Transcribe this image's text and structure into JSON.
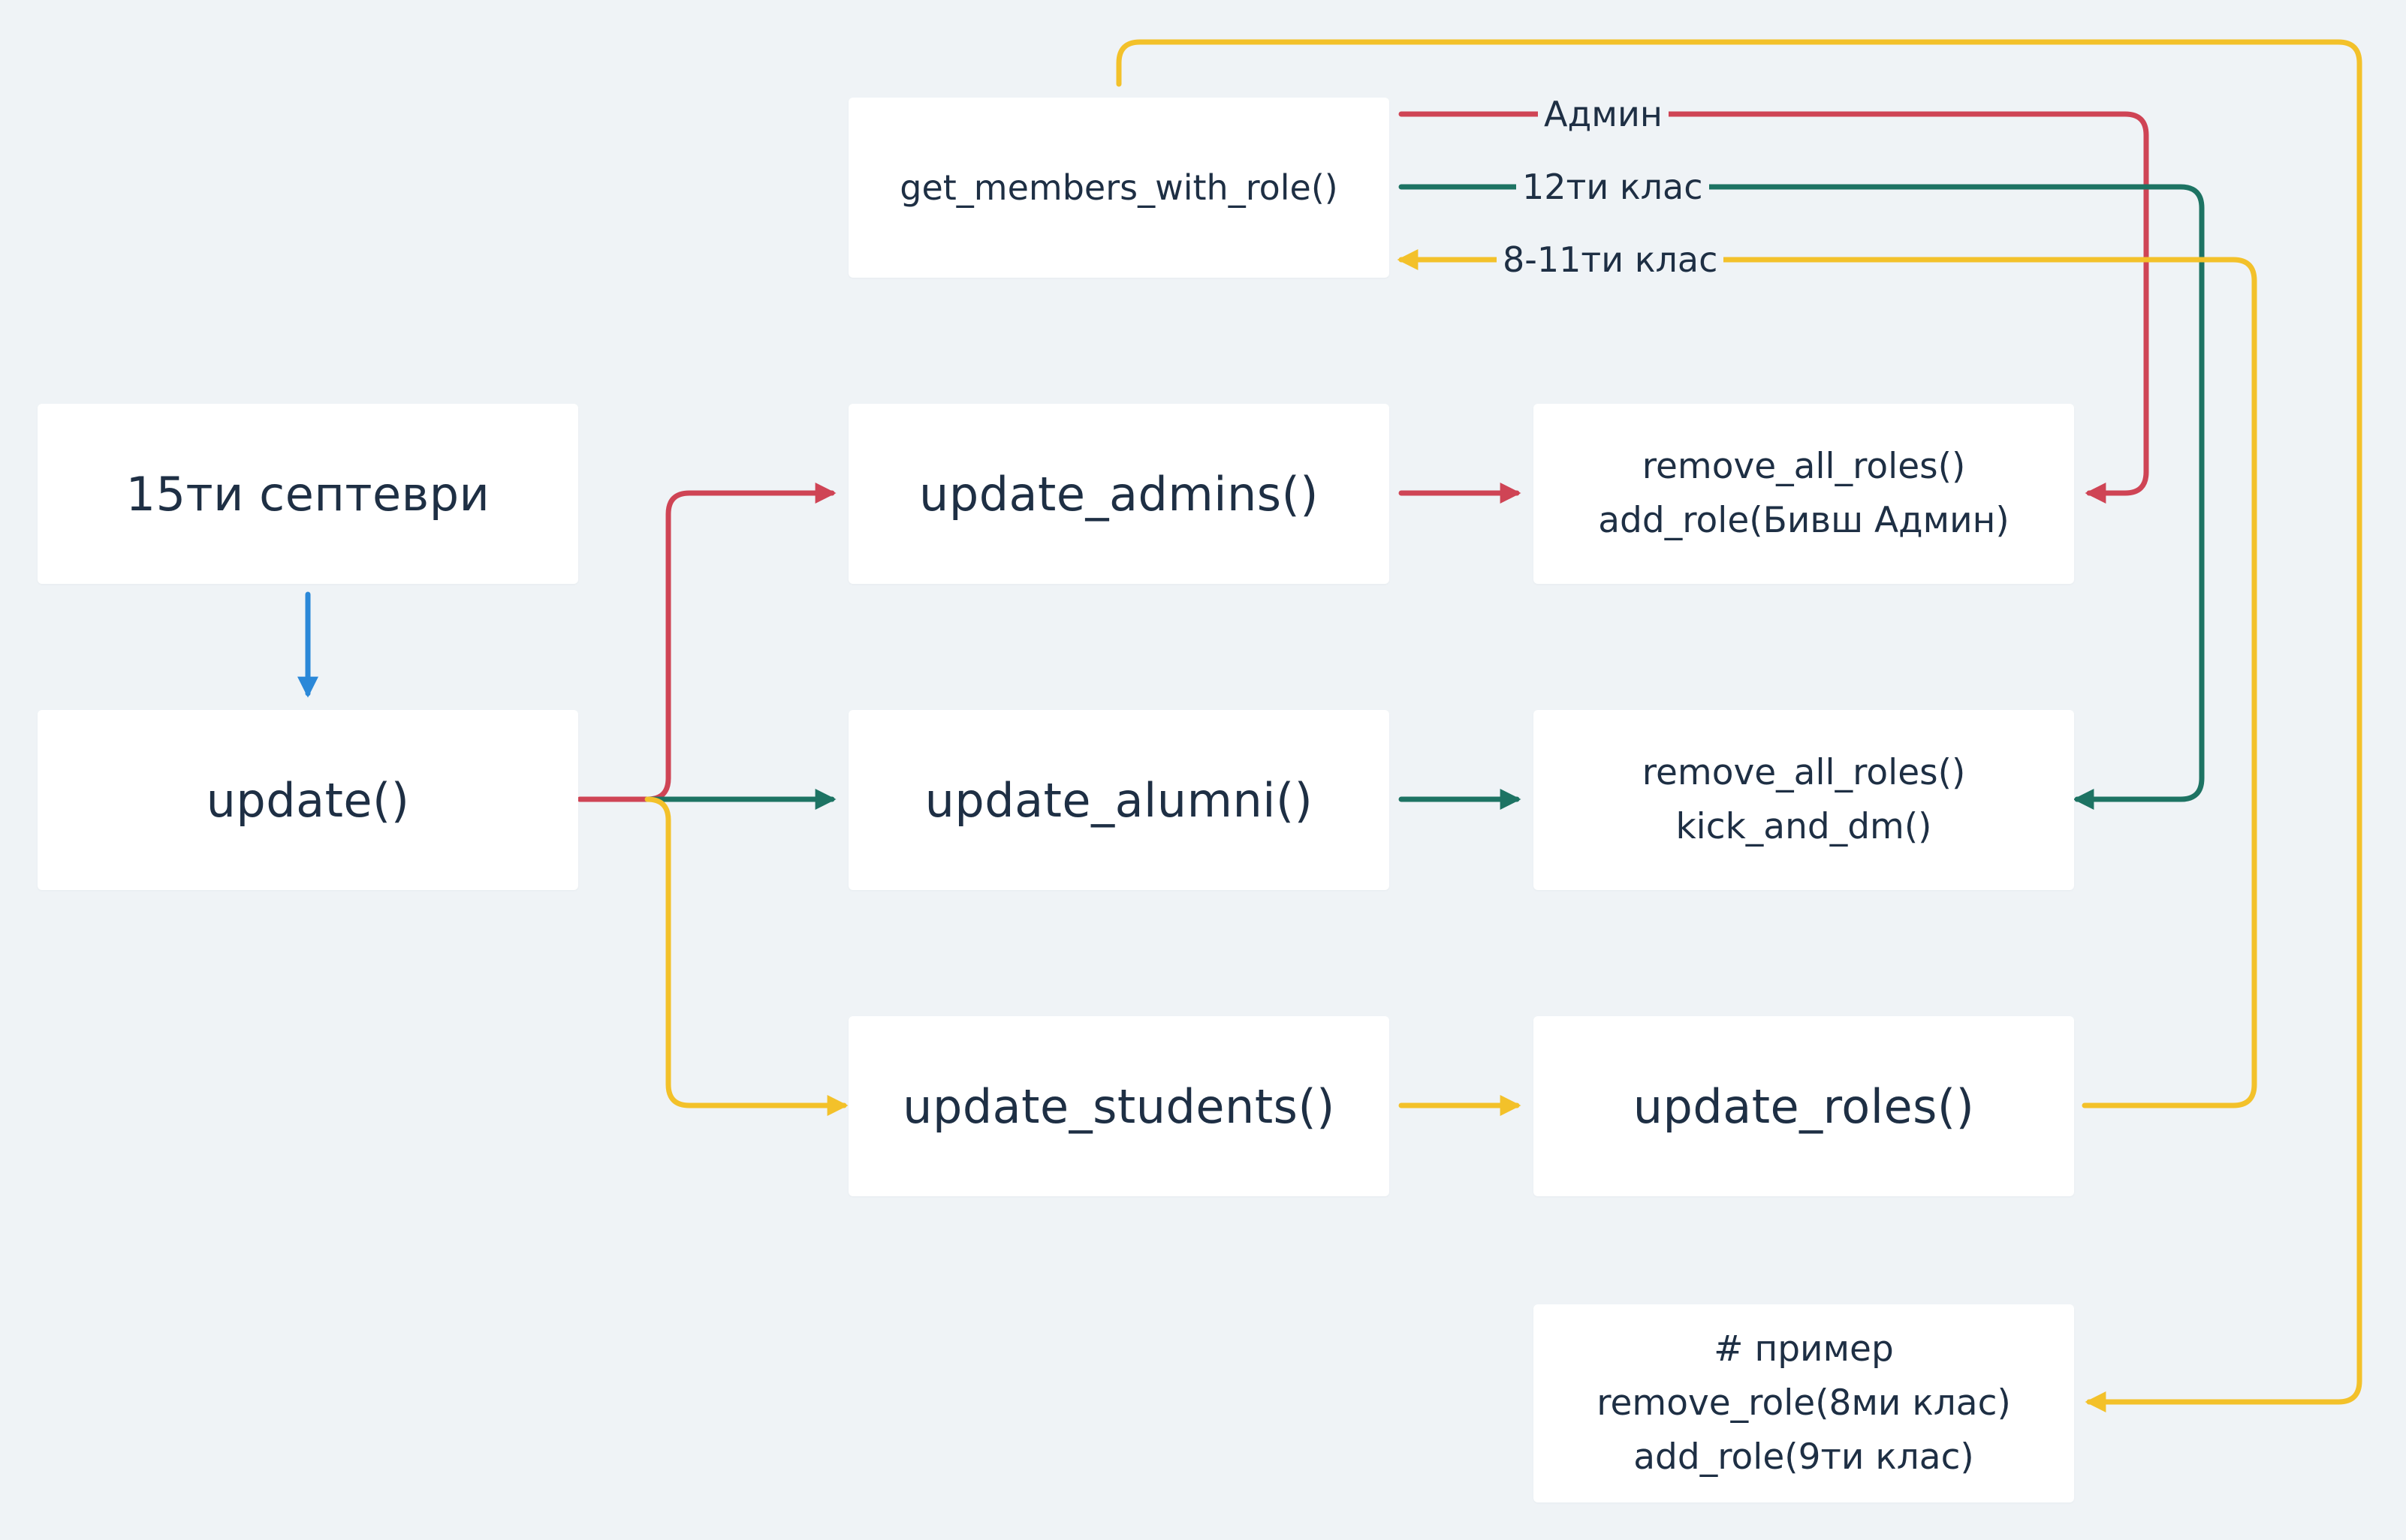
{
  "colors": {
    "background": "#eff3f6",
    "node_fill": "#ffffff",
    "text": "#1e2f44",
    "red": "#cf4455",
    "green": "#1d7363",
    "yellow": "#f3c12a",
    "blue": "#2b88d8"
  },
  "nodes": {
    "get_members": {
      "lines": [
        "get_members_with_role()"
      ]
    },
    "september": {
      "lines": [
        "15ти септеври"
      ]
    },
    "update": {
      "lines": [
        "update()"
      ]
    },
    "update_admins": {
      "lines": [
        "update_admins()"
      ]
    },
    "update_alumni": {
      "lines": [
        "update_alumni()"
      ]
    },
    "update_students": {
      "lines": [
        "update_students()"
      ]
    },
    "admin_actions": {
      "lines": [
        "remove_all_roles()",
        "add_role(Бивш Админ)"
      ]
    },
    "alumni_actions": {
      "lines": [
        "remove_all_roles()",
        "kick_and_dm()"
      ]
    },
    "update_roles": {
      "lines": [
        "update_roles()"
      ]
    },
    "example": {
      "lines": [
        "# пример",
        "remove_role(8ми клас)",
        "add_role(9ти клас)"
      ]
    }
  },
  "edge_labels": {
    "admin": "Админ",
    "grade12": "12ти клас",
    "grade8_11": "8-11ти клас"
  }
}
